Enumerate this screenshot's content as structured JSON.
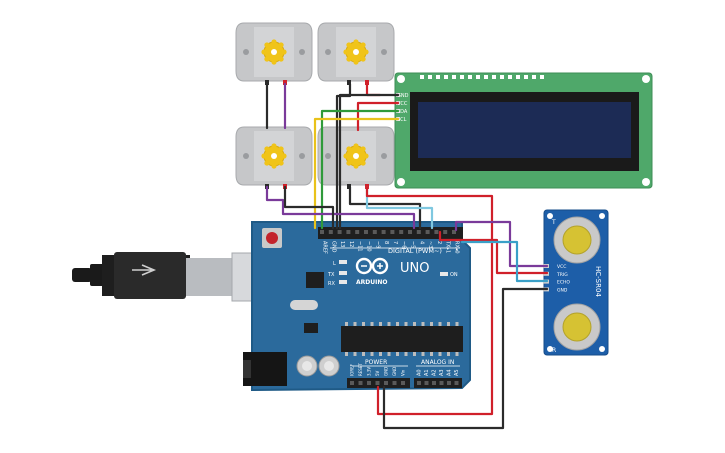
{
  "arduino": {
    "brand": "ARDUINO",
    "model": "UNO",
    "digital_label": "DIGITAL (PWM~)",
    "power_label": "POWER",
    "analog_label": "ANALOG IN",
    "on_label": "ON",
    "l_label": "L",
    "tx_label": "TX",
    "rx_label": "RX",
    "digital_pins": [
      "AREF",
      "GND",
      "13",
      "12",
      "~11",
      "~10",
      "~9",
      "8",
      "7",
      "~6",
      "~5",
      "4",
      "~3",
      "2",
      "TX▸1",
      "RX◂0"
    ],
    "power_pins": [
      "IOREF",
      "RESET",
      "3.3V",
      "5V",
      "GND",
      "GND",
      "Vin"
    ],
    "analog_pins": [
      "A0",
      "A1",
      "A2",
      "A3",
      "A4",
      "A5"
    ]
  },
  "lcd": {
    "pins": [
      "GND",
      "VCC",
      "SDA",
      "SCL"
    ]
  },
  "ultrasonic": {
    "model": "HC-SR04",
    "pins": [
      "VCC",
      "TRIG",
      "ECHO",
      "GND"
    ],
    "t_label": "T",
    "r_label": "R"
  },
  "motors": [
    {
      "name": "motor-top-left"
    },
    {
      "name": "motor-top-right"
    },
    {
      "name": "motor-bottom-left"
    },
    {
      "name": "motor-bottom-right"
    }
  ],
  "colors": {
    "board": "#2b6a9c",
    "board_dark": "#1f5a86",
    "lcd_pcb": "#4fa86a",
    "lcd_screen": "#1c2b55",
    "sensor_pcb": "#1d5ea8",
    "wire_red": "#d0202a",
    "wire_black": "#2b2b2b",
    "wire_purple": "#7a3a9a",
    "wire_yellow": "#e9c21a",
    "wire_green": "#2f9a3a",
    "wire_blue": "#3aa0c8",
    "wire_lightblue": "#7fc8e0"
  }
}
